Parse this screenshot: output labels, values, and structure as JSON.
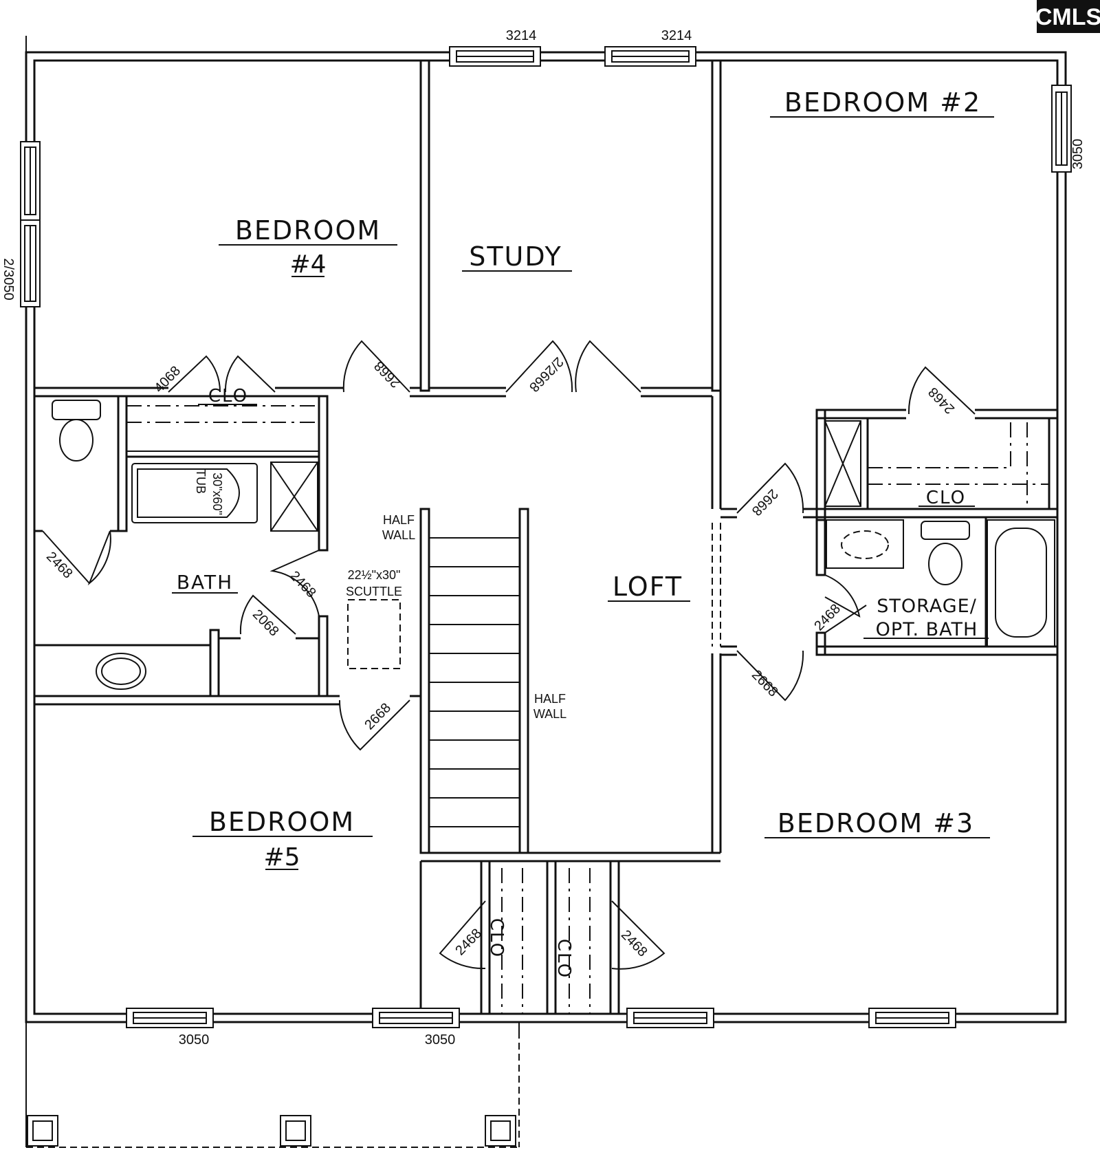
{
  "logo": {
    "text": "CMLS"
  },
  "rooms": {
    "bedroom4": {
      "label": "BEDROOM",
      "number": "#4"
    },
    "study": {
      "label": "STUDY"
    },
    "bedroom2": {
      "label": "BEDROOM #2"
    },
    "bath": {
      "label": "BATH"
    },
    "loft": {
      "label": "LOFT"
    },
    "bedroom5": {
      "label": "BEDROOM",
      "number": "#5"
    },
    "bedroom3": {
      "label": "BEDROOM #3"
    },
    "storage": {
      "line1": "STORAGE/",
      "line2": "OPT. BATH"
    }
  },
  "closets": {
    "clo_bed4": "CLO",
    "clo_bed2": "CLO",
    "clo_bed5": "CLO",
    "clo_bed3": "CLO"
  },
  "windows": {
    "top_left": "3214",
    "top_right": "3214",
    "right": "3050",
    "left": "2/3050",
    "bottom_left": "3050",
    "bottom_mid": "3050"
  },
  "doors": {
    "bed4_closet": "4068",
    "bed4_entry": "2668",
    "study_entry": "2/2668",
    "bed2_closet": "2468",
    "bed2_entry": "2668",
    "bath_closet": "2468",
    "bath_entry": "2468",
    "bath_linen": "2068",
    "bed5_entry": "2668",
    "storage_entry": "2468",
    "bed3_entry": "2668",
    "bed5_closet": "2468",
    "bed3_closet": "2468"
  },
  "notes": {
    "tub": "30\"x60\"",
    "tub_label": "TUB",
    "half_wall_1a": "HALF",
    "half_wall_1b": "WALL",
    "half_wall_2a": "HALF",
    "half_wall_2b": "WALL",
    "scuttle_size": "22½\"x30\"",
    "scuttle_label": "SCUTTLE"
  }
}
